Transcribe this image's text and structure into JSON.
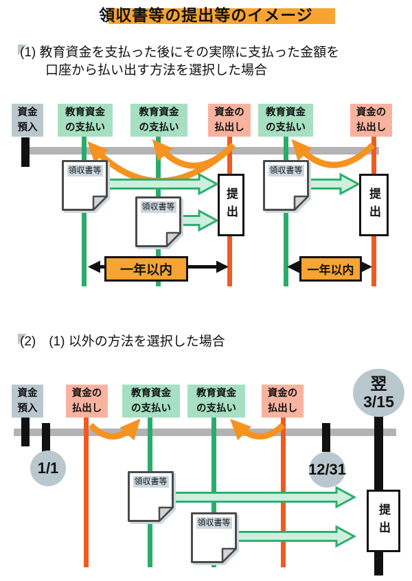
{
  "title": {
    "text": "領収書等の提出等のイメージ"
  },
  "sections": {
    "s1_line1": "(1) 教育資金を支払った後にその実際に支払った金額を",
    "s1_line2": "口座から払い出す方法を選択した場合",
    "s2": "(2)　(1) 以外の方法を選択した場合"
  },
  "labels": {
    "deposit_line1": "資金",
    "deposit_line2": "預入",
    "education_line1": "教育資金",
    "education_line2": "の支払い",
    "withdraw_line1": "資金の",
    "withdraw_line2": "払出し",
    "receipt": "領収書等",
    "submit": "提出",
    "within_one_year": "一年以内"
  },
  "dates": {
    "jan1": "1/1",
    "dec31": "12/31",
    "next_line1": "翌",
    "next_line2": "3/15"
  },
  "colors": {
    "highlight_orange": "#F7A433",
    "arrow_orange": "#F6921E",
    "line_green": "#2BAB6B",
    "green_arrow_fill": "#CDEFDD",
    "label_green_bg": "#A6DFC1",
    "label_salmon_bg": "#F8B39F",
    "line_red": "#EE5A22",
    "gray_blue": "#B9C7CE",
    "timeline_gray": "#B3B3B3",
    "receipt_tag_bg": "#CCD9E2"
  }
}
